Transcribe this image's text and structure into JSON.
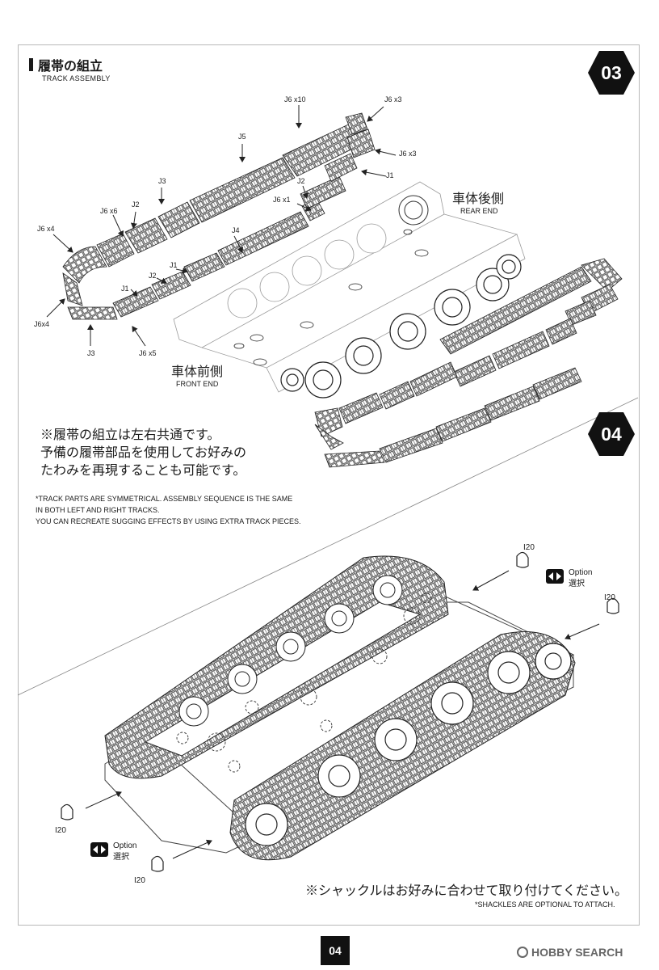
{
  "section": {
    "title_jp": "履帯の組立",
    "title_en": "TRACK ASSEMBLY"
  },
  "steps": {
    "step_a": "03",
    "step_b": "04"
  },
  "part_labels": {
    "j6x10": "J6 x10",
    "j6x3_top": "J6 x3",
    "j6x3_mid": "J6 x3",
    "j1_right": "J1",
    "j5": "J5",
    "j3_top": "J3",
    "j2_right": "J2",
    "j6x1": "J6 x1",
    "j6x6": "J6 x6",
    "j2_left": "J2",
    "j6x4_upper": "J6 x4",
    "j4": "J4",
    "j1_mid": "J1",
    "j2_mid": "J2",
    "j1_low": "J1",
    "j6x4_lower": "J6x4",
    "j3_bottom": "J3",
    "j6x5": "J6 x5"
  },
  "orientation": {
    "rear_jp": "車体後側",
    "rear_en": "REAR END",
    "front_jp": "車体前側",
    "front_en": "FRONT END"
  },
  "note": {
    "jp_lines": [
      "※履帯の組立は左右共通です。",
      "予備の履帯部品を使用してお好みの",
      "たわみを再現することも可能です。"
    ],
    "en_lines": [
      "*TRACK PARTS ARE SYMMETRICAL.  ASSEMBLY SEQUENCE IS THE SAME",
      "IN BOTH LEFT AND RIGHT TRACKS.",
      "YOU CAN RECREATE SUGGING EFFECTS BY USING EXTRA TRACK PIECES."
    ]
  },
  "shackle": {
    "part": "I20",
    "option_en": "Option",
    "option_jp": "選択",
    "note_jp": "※シャックルはお好みに合わせて取り付けてください。",
    "note_en": "*SHACKLES ARE OPTIONAL TO ATTACH."
  },
  "page_number": "04",
  "watermark": "HOBBY SEARCH",
  "icons": [
    "option-arrows-icon",
    "shackle-icon",
    "hobby-search-logo-icon"
  ]
}
